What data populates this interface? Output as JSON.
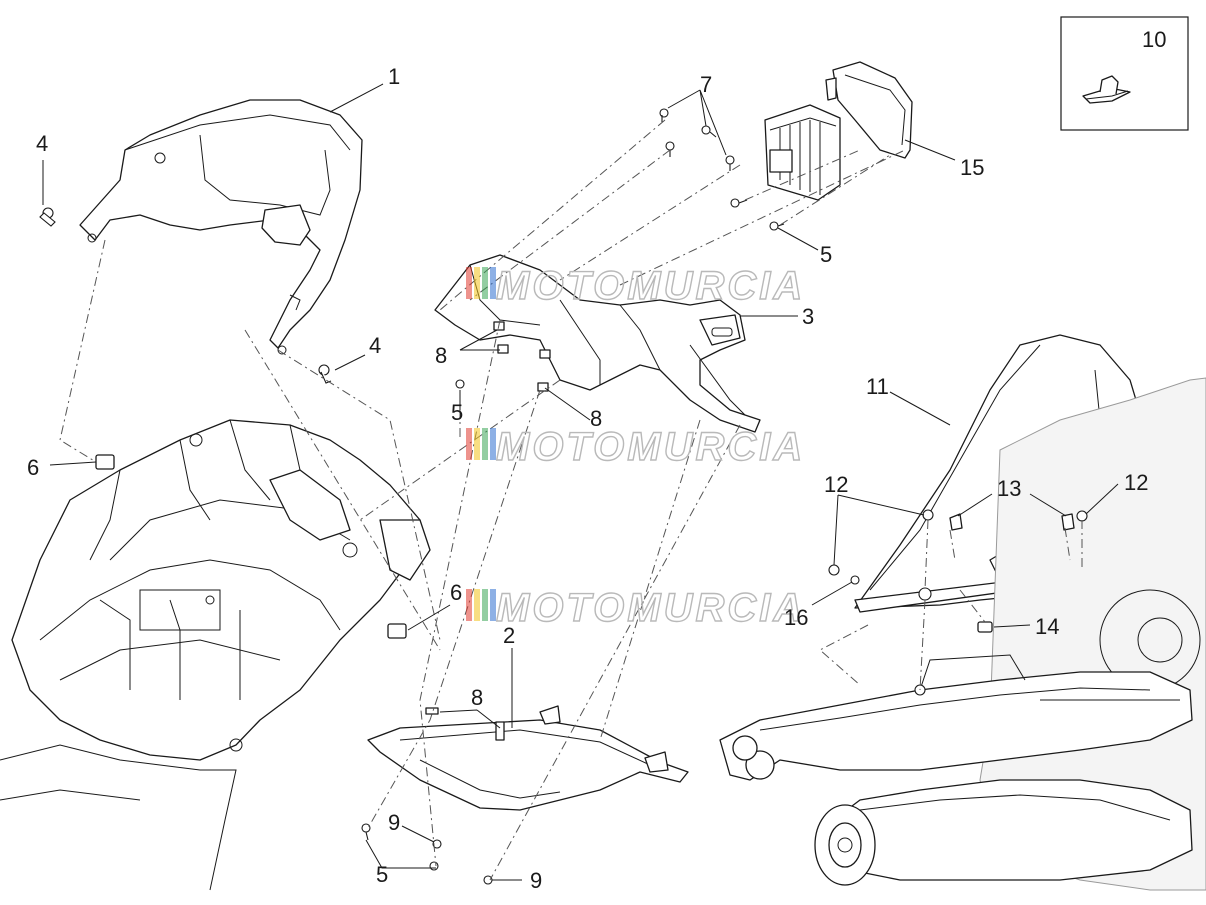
{
  "watermark": {
    "text": "MOTOMURCIA",
    "stripe_colors": [
      "#e03a2f",
      "#f2c21b",
      "#3aa655",
      "#2f6fd0"
    ]
  },
  "callouts": {
    "c1": "1",
    "c2": "2",
    "c3": "3",
    "c4a": "4",
    "c4b": "4",
    "c5a": "5",
    "c5b": "5",
    "c5c": "5",
    "c6a": "6",
    "c6b": "6",
    "c7": "7",
    "c8a": "8",
    "c8b": "8",
    "c8c": "8",
    "c9a": "9",
    "c9b": "9",
    "c10": "10",
    "c11": "11",
    "c12a": "12",
    "c12b": "12",
    "c13": "13",
    "c14": "14",
    "c15": "15",
    "c16": "16"
  }
}
